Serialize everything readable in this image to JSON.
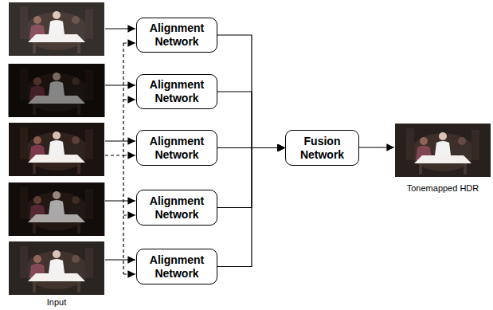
{
  "diagram": {
    "nodes": [
      {
        "text": [
          "Alignment Network"
        ]
      },
      {
        "text": [
          "Alignment Network"
        ]
      },
      {
        "text": [
          "Alignment Network"
        ]
      },
      {
        "text": [
          "Alignment Network"
        ]
      },
      {
        "text": [
          "Alignment Network"
        ]
      },
      {
        "text": [
          "Fusion Network"
        ]
      }
    ],
    "edges": [
      {
        "from": 0,
        "to": 5,
        "arrow": "to"
      },
      {
        "from": 1,
        "to": 5,
        "arrow": "to"
      },
      {
        "from": 2,
        "to": 5,
        "arrow": "to"
      },
      {
        "from": 3,
        "to": 5,
        "arrow": "to"
      },
      {
        "from": 4,
        "to": 5,
        "arrow": "to"
      }
    ],
    "labels": [
      "Input",
      "Tonemapped HDR"
    ]
  }
}
